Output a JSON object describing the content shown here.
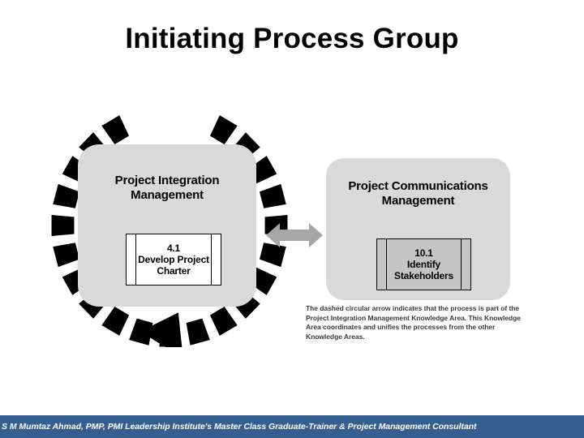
{
  "slide": {
    "title": "Initiating Process Group"
  },
  "diagram": {
    "left_group": {
      "knowledge_area": "Project Integration\nManagement",
      "knowledge_area_line1": "Project Integration",
      "knowledge_area_line2": "Management",
      "process": {
        "number": "4.1",
        "name_line1": "Develop Project",
        "name_line2": "Charter"
      },
      "circular_arrow": {
        "icon": "dashed-circular-arrow-icon",
        "direction": "counter-clockwise",
        "dash_count": 24,
        "color": "#000000"
      }
    },
    "right_group": {
      "knowledge_area": "Project Communications\nManagement",
      "knowledge_area_line1": "Project Communications",
      "knowledge_area_line2": "Management",
      "process": {
        "number": "10.1",
        "name_line1": "Identify",
        "name_line2": "Stakeholders"
      }
    },
    "connector": {
      "icon": "double-headed-arrow-icon",
      "color": "#a6a6a6"
    },
    "caption": {
      "line1": "The dashed circular arrow indicates that the process is part of the",
      "line2": "Project Integration Management Knowledge Area. This Knowledge",
      "line3": "Area coordinates and unifies the processes from the other",
      "line4": "Knowledge Areas."
    }
  },
  "footer": {
    "text": "S M Mumtaz Ahmad, PMP, PMI Leadership Institute's Master Class Graduate-Trainer & Project Management Consultant",
    "background_color": "#365f91",
    "text_color": "#ffffff"
  },
  "colors": {
    "knowledge_area_fill": "#d9d9d9",
    "process_box_left_fill": "#ffffff",
    "process_box_right_fill": "#c4c4c4",
    "connector_arrow": "#a6a6a6",
    "footer_blue": "#365f91"
  }
}
